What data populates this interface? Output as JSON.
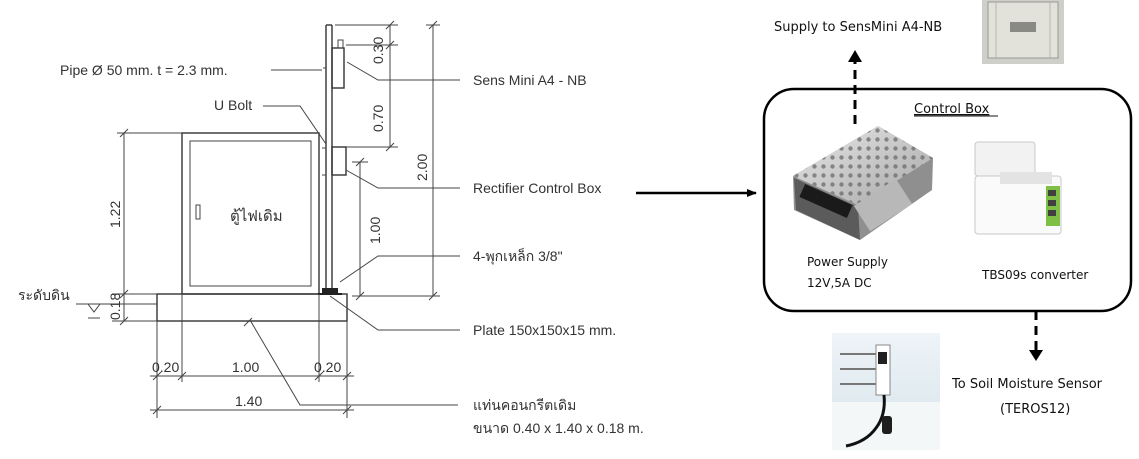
{
  "drawing": {
    "labels": {
      "pipe": "Pipe Ø 50 mm. t = 2.3 mm.",
      "ubolt": "U Bolt",
      "sensmini": "Sens Mini A4 - NB",
      "rectifier": "Rectifier Control Box",
      "anchor": "4-พุกเหล็ก 3/8\"",
      "plate": "Plate 150x150x15 mm.",
      "base_line1": "แท่นคอนกรีตเดิม",
      "base_line2": "ขนาด 0.40 x 1.40 x 0.18 m.",
      "cabinet": "ตู้ไฟเดิม",
      "ground": "ระดับดิน"
    },
    "dims": {
      "d030": "0.30",
      "d070": "0.70",
      "d200": "2.00",
      "d100v": "1.00",
      "d122": "1.22",
      "d018": "0.18",
      "d020l": "0.20",
      "d100h": "1.00",
      "d020r": "0.20",
      "d140": "1.40"
    }
  },
  "control": {
    "supply_to": "Supply to SensMini A4-NB",
    "box_title": "Control Box",
    "power_line1": "Power Supply",
    "power_line2": "12V,5A DC",
    "converter": "TBS09s converter",
    "soil_line1": "To Soil Moisture Sensor",
    "soil_line2": "(TEROS12)"
  }
}
